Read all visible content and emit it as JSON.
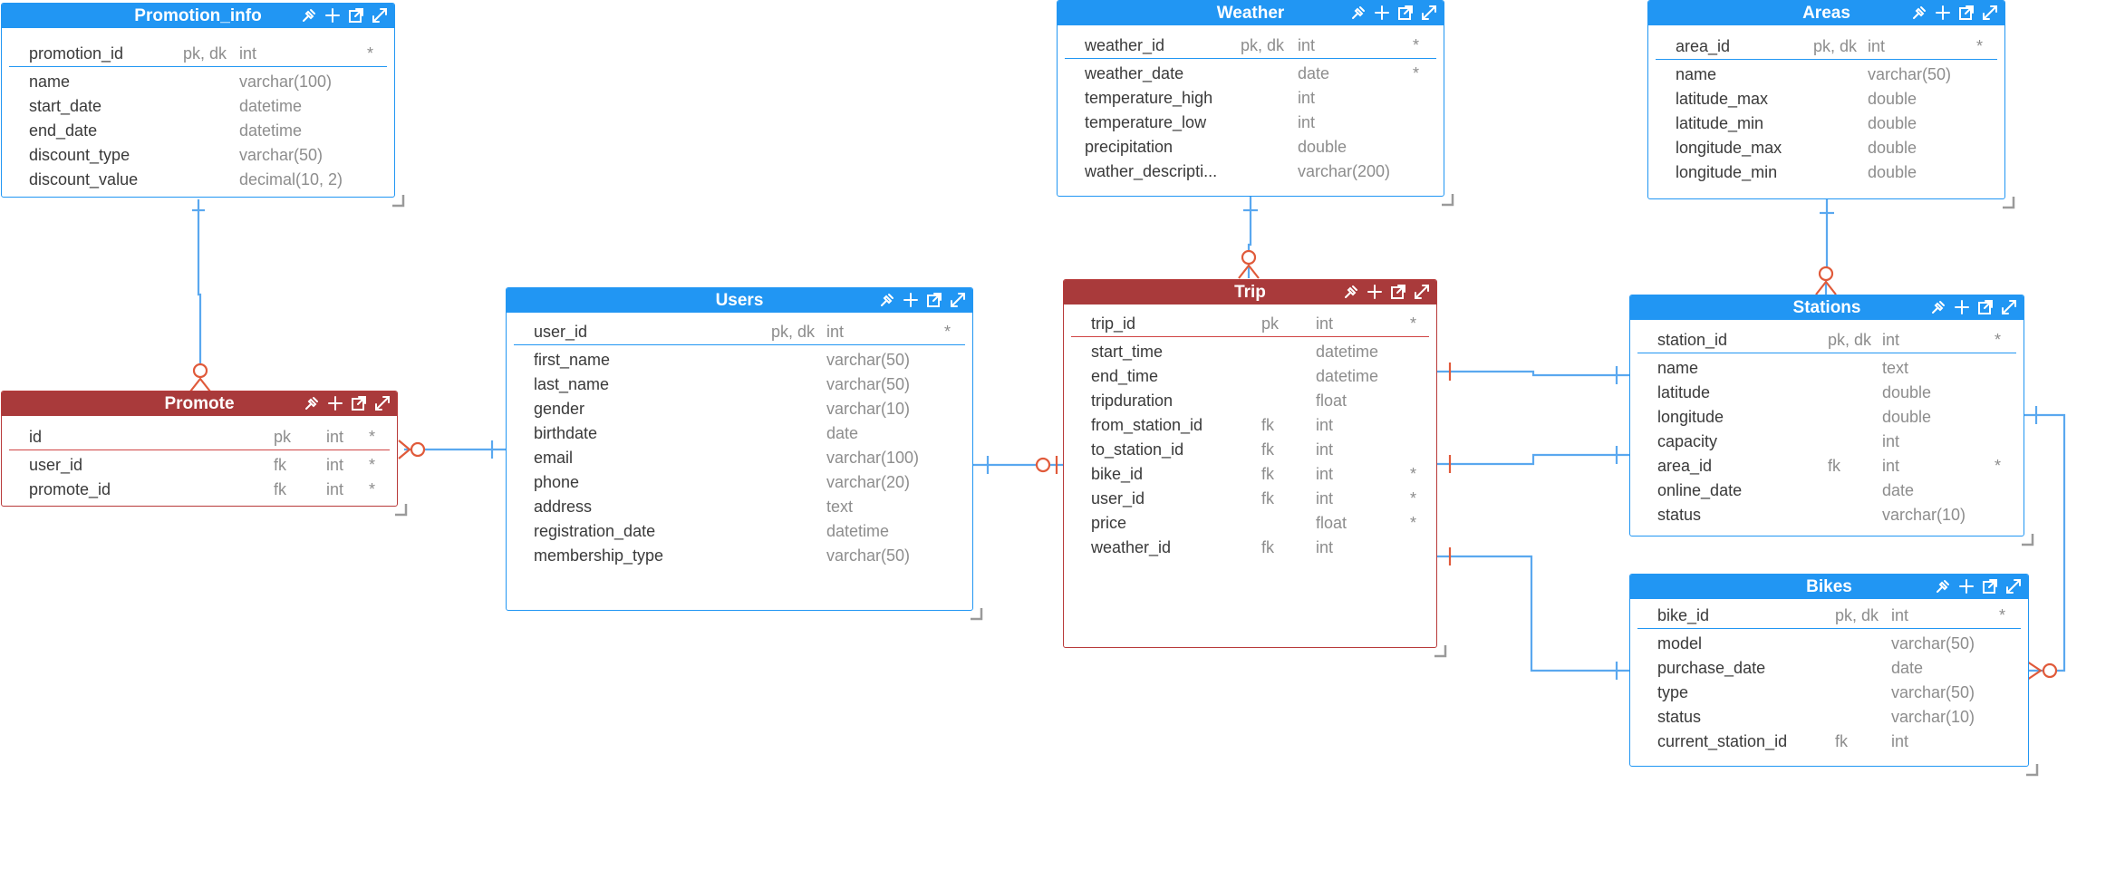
{
  "colors": {
    "blue": "#2196f3",
    "red": "#a93a3b",
    "link_blue": "#5aa8ef",
    "link_red": "#e05a3a"
  },
  "tables": [
    {
      "id": "promotion_info",
      "title": "Promotion_info",
      "theme": "blue",
      "columns": [
        {
          "name": "promotion_id",
          "keys": "pk, dk",
          "type": "int",
          "req": "*"
        },
        {
          "name": "name",
          "keys": "",
          "type": "varchar(100)",
          "req": ""
        },
        {
          "name": "start_date",
          "keys": "",
          "type": "datetime",
          "req": ""
        },
        {
          "name": "end_date",
          "keys": "",
          "type": "datetime",
          "req": ""
        },
        {
          "name": "discount_type",
          "keys": "",
          "type": "varchar(50)",
          "req": ""
        },
        {
          "name": "discount_value",
          "keys": "",
          "type": "decimal(10, 2)",
          "req": ""
        }
      ]
    },
    {
      "id": "promote",
      "title": "Promote",
      "theme": "red",
      "columns": [
        {
          "name": "id",
          "keys": "pk",
          "type": "int",
          "req": "*"
        },
        {
          "name": "user_id",
          "keys": "fk",
          "type": "int",
          "req": "*"
        },
        {
          "name": "promote_id",
          "keys": "fk",
          "type": "int",
          "req": "*"
        }
      ]
    },
    {
      "id": "users",
      "title": "Users",
      "theme": "blue",
      "columns": [
        {
          "name": "user_id",
          "keys": "pk, dk",
          "type": "int",
          "req": "*"
        },
        {
          "name": "first_name",
          "keys": "",
          "type": "varchar(50)",
          "req": ""
        },
        {
          "name": "last_name",
          "keys": "",
          "type": "varchar(50)",
          "req": ""
        },
        {
          "name": "gender",
          "keys": "",
          "type": "varchar(10)",
          "req": ""
        },
        {
          "name": "birthdate",
          "keys": "",
          "type": "date",
          "req": ""
        },
        {
          "name": "email",
          "keys": "",
          "type": "varchar(100)",
          "req": ""
        },
        {
          "name": "phone",
          "keys": "",
          "type": "varchar(20)",
          "req": ""
        },
        {
          "name": "address",
          "keys": "",
          "type": "text",
          "req": ""
        },
        {
          "name": "registration_date",
          "keys": "",
          "type": "datetime",
          "req": ""
        },
        {
          "name": "membership_type",
          "keys": "",
          "type": "varchar(50)",
          "req": ""
        }
      ]
    },
    {
      "id": "weather",
      "title": "Weather",
      "theme": "blue",
      "columns": [
        {
          "name": "weather_id",
          "keys": "pk, dk",
          "type": "int",
          "req": "*"
        },
        {
          "name": "weather_date",
          "keys": "",
          "type": "date",
          "req": "*"
        },
        {
          "name": "temperature_high",
          "keys": "",
          "type": "int",
          "req": ""
        },
        {
          "name": "temperature_low",
          "keys": "",
          "type": "int",
          "req": ""
        },
        {
          "name": "precipitation",
          "keys": "",
          "type": "double",
          "req": ""
        },
        {
          "name": "wather_descripti...",
          "keys": "",
          "type": "varchar(200)",
          "req": ""
        }
      ]
    },
    {
      "id": "trip",
      "title": "Trip",
      "theme": "red",
      "columns": [
        {
          "name": "trip_id",
          "keys": "pk",
          "type": "int",
          "req": "*"
        },
        {
          "name": "start_time",
          "keys": "",
          "type": "datetime",
          "req": ""
        },
        {
          "name": "end_time",
          "keys": "",
          "type": "datetime",
          "req": ""
        },
        {
          "name": "tripduration",
          "keys": "",
          "type": "float",
          "req": ""
        },
        {
          "name": "from_station_id",
          "keys": "fk",
          "type": "int",
          "req": ""
        },
        {
          "name": "to_station_id",
          "keys": "fk",
          "type": "int",
          "req": ""
        },
        {
          "name": "bike_id",
          "keys": "fk",
          "type": "int",
          "req": "*"
        },
        {
          "name": "user_id",
          "keys": "fk",
          "type": "int",
          "req": "*"
        },
        {
          "name": "price",
          "keys": "",
          "type": "float",
          "req": "*"
        },
        {
          "name": "weather_id",
          "keys": "fk",
          "type": "int",
          "req": ""
        }
      ]
    },
    {
      "id": "areas",
      "title": "Areas",
      "theme": "blue",
      "columns": [
        {
          "name": "area_id",
          "keys": "pk, dk",
          "type": "int",
          "req": "*"
        },
        {
          "name": "name",
          "keys": "",
          "type": "varchar(50)",
          "req": ""
        },
        {
          "name": "latitude_max",
          "keys": "",
          "type": "double",
          "req": ""
        },
        {
          "name": "latitude_min",
          "keys": "",
          "type": "double",
          "req": ""
        },
        {
          "name": "longitude_max",
          "keys": "",
          "type": "double",
          "req": ""
        },
        {
          "name": "longitude_min",
          "keys": "",
          "type": "double",
          "req": ""
        }
      ]
    },
    {
      "id": "stations",
      "title": "Stations",
      "theme": "blue",
      "columns": [
        {
          "name": "station_id",
          "keys": "pk, dk",
          "type": "int",
          "req": "*"
        },
        {
          "name": "name",
          "keys": "",
          "type": "text",
          "req": ""
        },
        {
          "name": "latitude",
          "keys": "",
          "type": "double",
          "req": ""
        },
        {
          "name": "longitude",
          "keys": "",
          "type": "double",
          "req": ""
        },
        {
          "name": "capacity",
          "keys": "",
          "type": "int",
          "req": ""
        },
        {
          "name": "area_id",
          "keys": "fk",
          "type": "int",
          "req": "*"
        },
        {
          "name": "online_date",
          "keys": "",
          "type": "date",
          "req": ""
        },
        {
          "name": "status",
          "keys": "",
          "type": "varchar(10)",
          "req": ""
        }
      ]
    },
    {
      "id": "bikes",
      "title": "Bikes",
      "theme": "blue",
      "columns": [
        {
          "name": "bike_id",
          "keys": "pk, dk",
          "type": "int",
          "req": "*"
        },
        {
          "name": "model",
          "keys": "",
          "type": "varchar(50)",
          "req": ""
        },
        {
          "name": "purchase_date",
          "keys": "",
          "type": "date",
          "req": ""
        },
        {
          "name": "type",
          "keys": "",
          "type": "varchar(50)",
          "req": ""
        },
        {
          "name": "status",
          "keys": "",
          "type": "varchar(10)",
          "req": ""
        },
        {
          "name": "current_station_id",
          "keys": "fk",
          "type": "int",
          "req": ""
        }
      ]
    }
  ],
  "relationships": [
    {
      "from": "promotion_info",
      "to": "promote",
      "from_end": "one",
      "to_end": "zero-or-many",
      "color": "blue"
    },
    {
      "from": "promote",
      "to": "users",
      "from_end": "zero-or-many",
      "to_end": "one",
      "color": "red"
    },
    {
      "from": "users",
      "to": "trip",
      "from_end": "one",
      "to_end": "zero-or-one",
      "color": "blue"
    },
    {
      "from": "weather",
      "to": "trip",
      "from_end": "one",
      "to_end": "zero-or-many",
      "color": "blue"
    },
    {
      "from": "areas",
      "to": "stations",
      "from_end": "one",
      "to_end": "zero-or-many",
      "color": "blue"
    },
    {
      "from": "trip",
      "to": "stations",
      "from_end": "one",
      "to_end": "one",
      "color": "red"
    },
    {
      "from": "trip",
      "to": "stations",
      "from_end": "one",
      "to_end": "one",
      "color": "red"
    },
    {
      "from": "trip",
      "to": "bikes",
      "from_end": "one",
      "to_end": "one",
      "color": "red"
    },
    {
      "from": "stations",
      "to": "bikes",
      "from_end": "one",
      "to_end": "zero-or-many",
      "color": "blue"
    }
  ]
}
